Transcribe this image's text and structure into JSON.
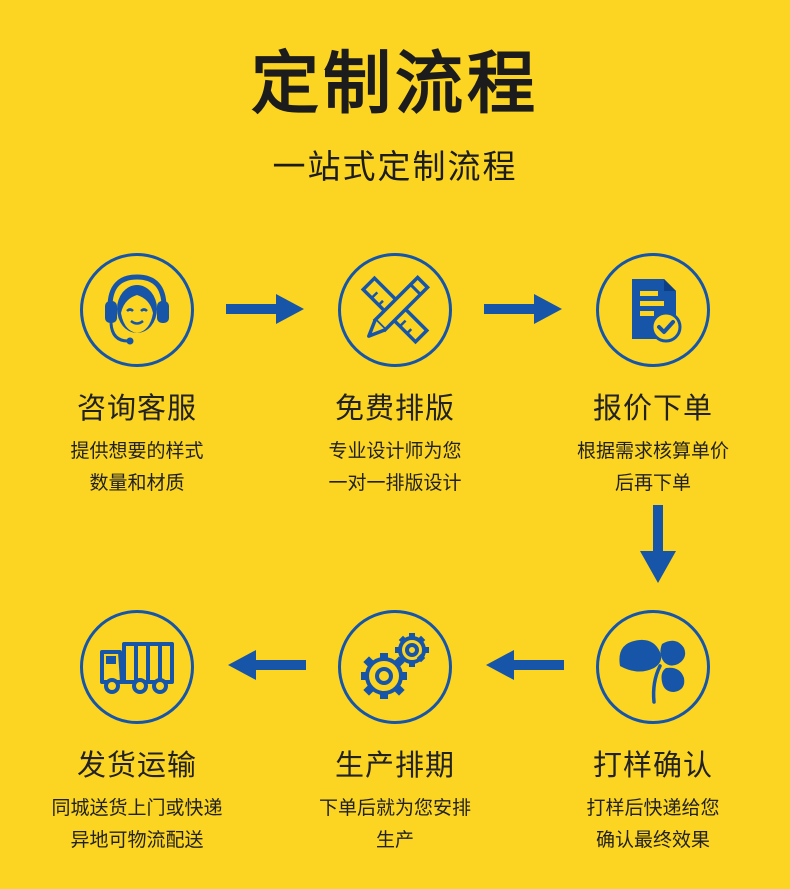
{
  "title": "定制流程",
  "subtitle": "一站式定制流程",
  "colors": {
    "background": "#fcd422",
    "accent": "#1655a8",
    "text": "#1c1c1c"
  },
  "steps": [
    {
      "icon": "headset-agent-icon",
      "title": "咨询客服",
      "desc": [
        "提供想要的样式",
        "数量和材质"
      ]
    },
    {
      "icon": "pencil-ruler-icon",
      "title": "免费排版",
      "desc": [
        "专业设计师为您",
        "一对一排版设计"
      ]
    },
    {
      "icon": "document-check-icon",
      "title": "报价下单",
      "desc": [
        "根据需求核算单价",
        "后再下单"
      ]
    },
    {
      "icon": "clover-leaf-icon",
      "title": "打样确认",
      "desc": [
        "打样后快递给您",
        "确认最终效果"
      ]
    },
    {
      "icon": "gears-icon",
      "title": "生产排期",
      "desc": [
        "下单后就为您安排",
        "生产"
      ]
    },
    {
      "icon": "delivery-truck-icon",
      "title": "发货运输",
      "desc": [
        "同城送货上门或快递",
        "异地可物流配送"
      ]
    }
  ],
  "arrows": [
    "arrow-right-icon",
    "arrow-right-icon",
    "arrow-down-icon",
    "arrow-left-icon",
    "arrow-left-icon"
  ]
}
